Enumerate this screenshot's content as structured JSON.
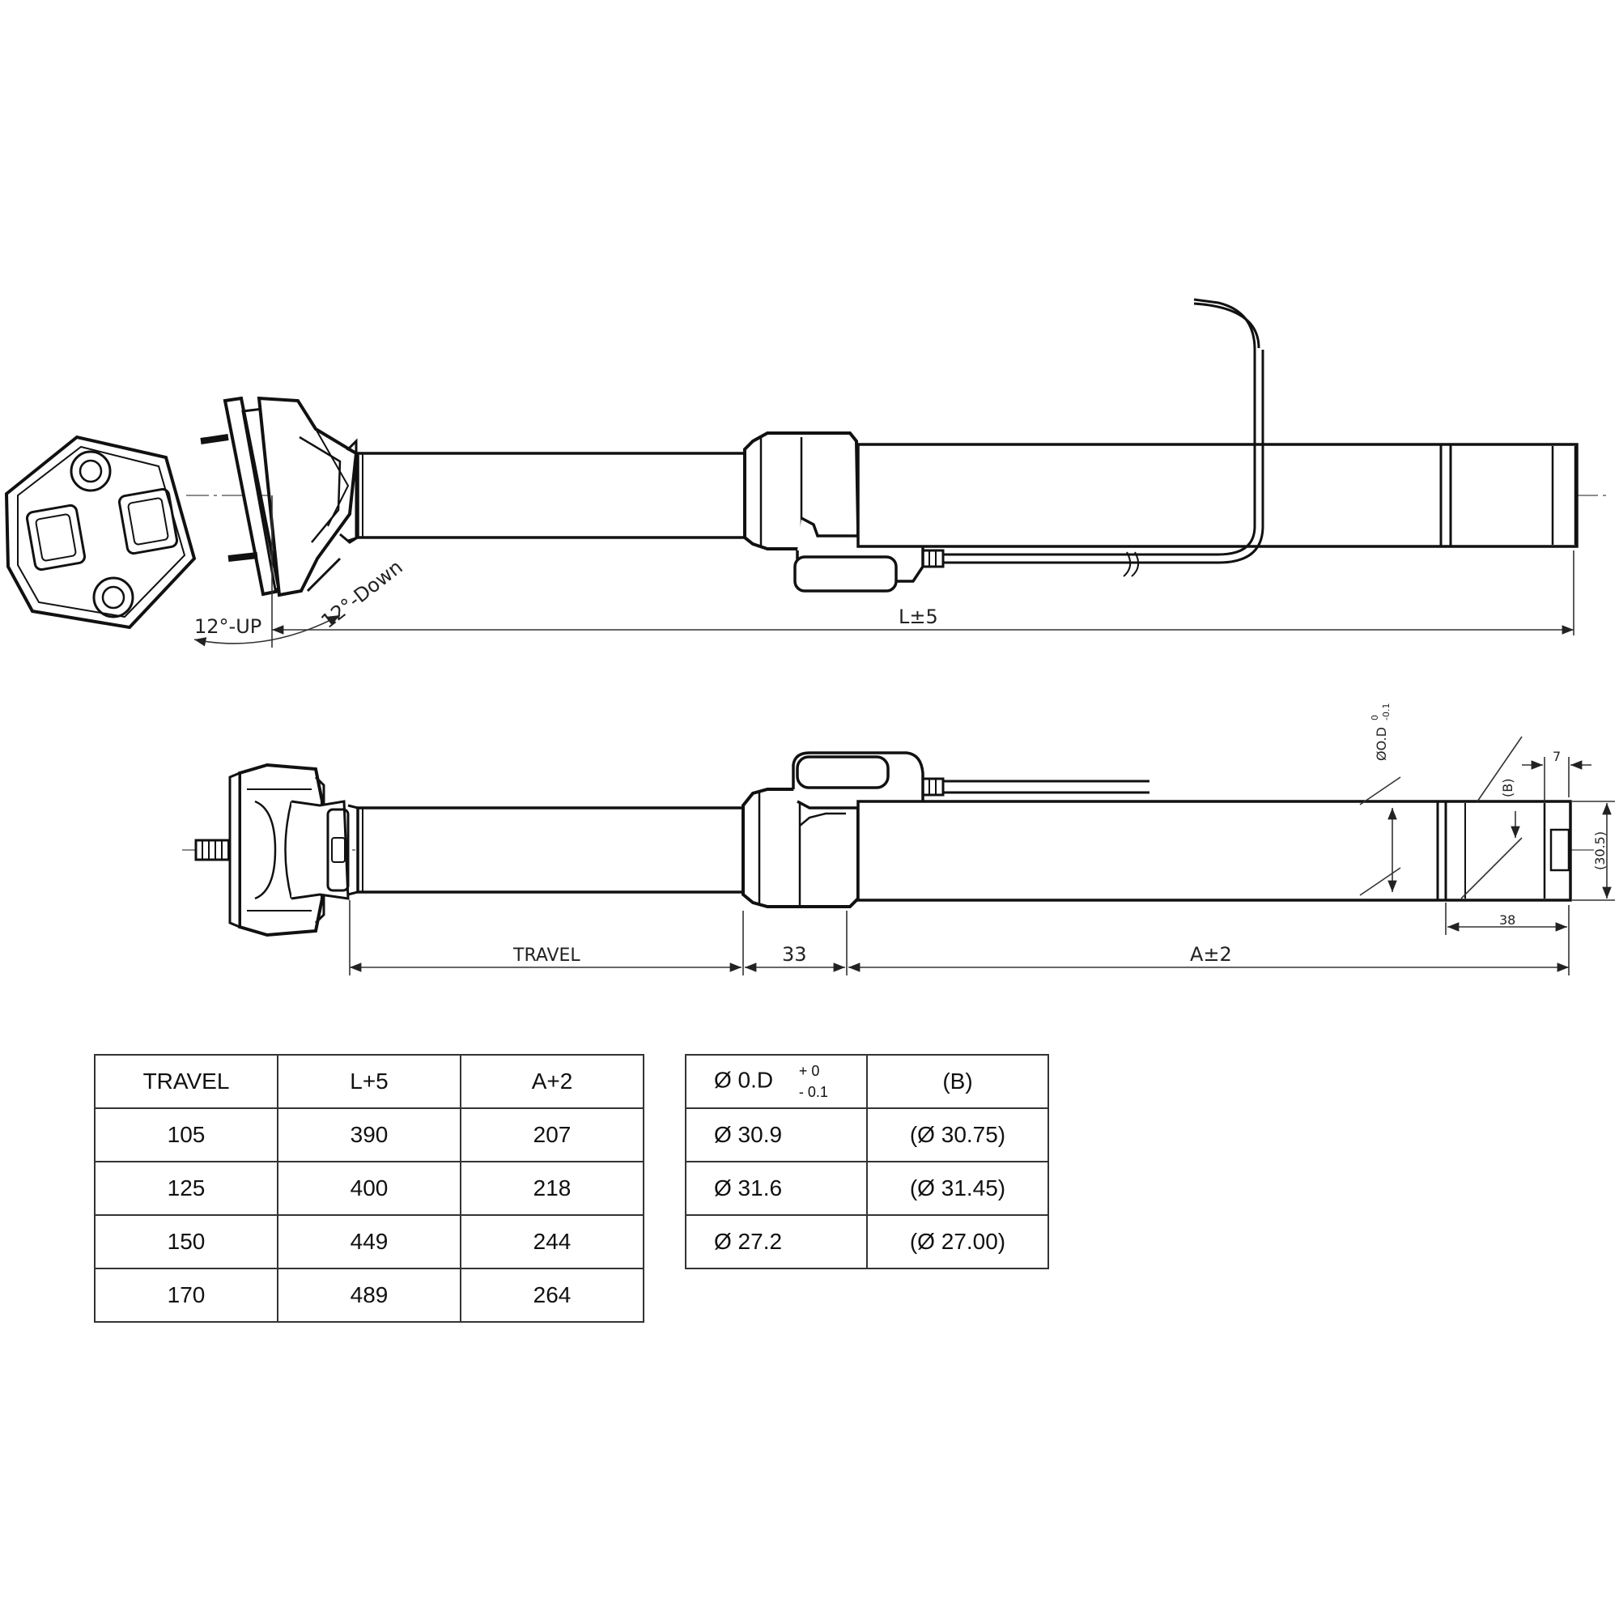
{
  "top_view": {
    "angle_up": "12°-UP",
    "angle_down": "12°-Down",
    "length_dim": "L±5"
  },
  "side_view": {
    "travel_dim": "TRAVEL",
    "collar_dim": "33",
    "a_dim": "A±2",
    "od_dim": "ØO.D",
    "od_tol_plus": "0",
    "od_tol_minus": "-0.1",
    "b_dim": "(B)",
    "dim_7": "7",
    "dim_38": "38",
    "dim_305": "(30.5)"
  },
  "travel_table": {
    "headers": [
      "TRAVEL",
      "L+5",
      "A+2"
    ],
    "rows": [
      [
        "105",
        "390",
        "207"
      ],
      [
        "125",
        "400",
        "218"
      ],
      [
        "150",
        "449",
        "244"
      ],
      [
        "170",
        "489",
        "264"
      ]
    ]
  },
  "od_table": {
    "header_od": "Ø 0.D",
    "header_tol_plus": "+ 0",
    "header_tol_minus": "- 0.1",
    "header_b": "(B)",
    "rows": [
      [
        "Ø 30.9",
        "(Ø 30.75)"
      ],
      [
        "Ø 31.6",
        "(Ø 31.45)"
      ],
      [
        "Ø 27.2",
        "(Ø 27.00)"
      ]
    ]
  }
}
